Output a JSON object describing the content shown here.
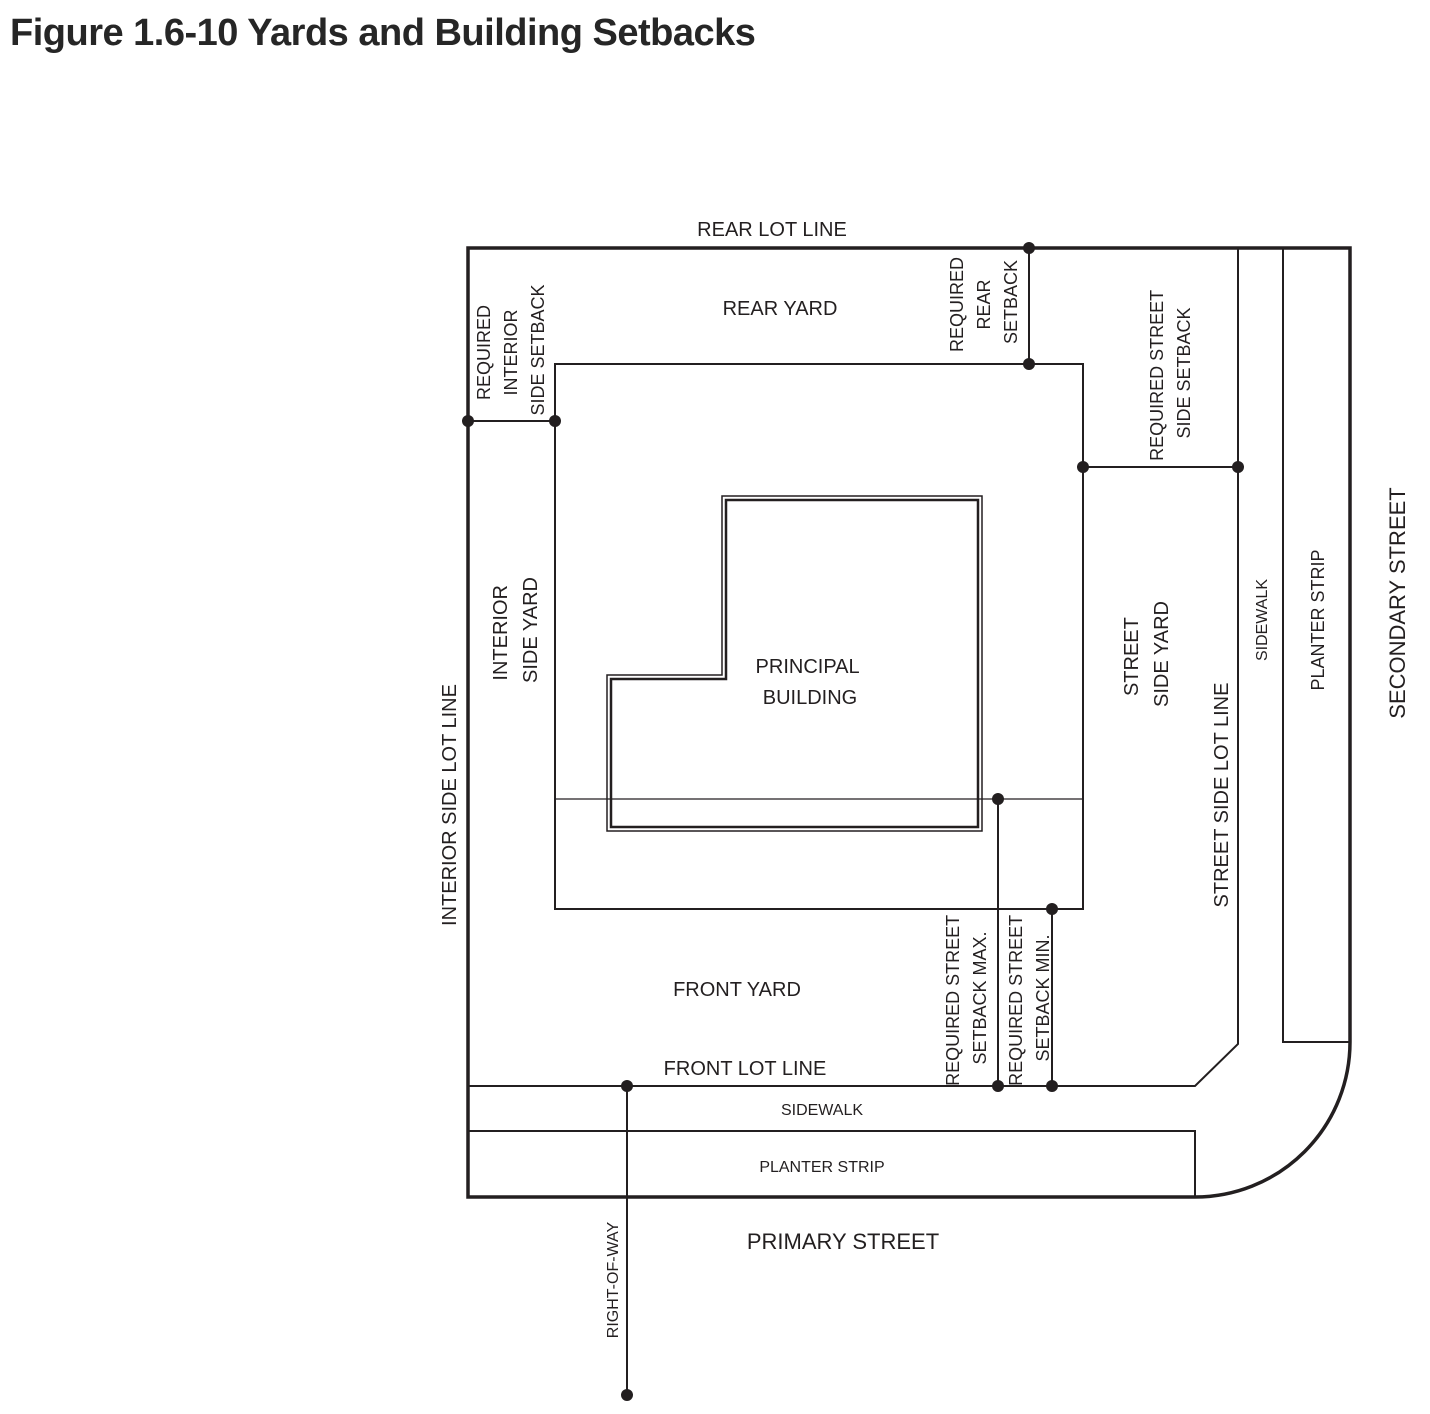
{
  "figure": {
    "title": "Figure 1.6-10 Yards and Building Setbacks"
  },
  "labels": {
    "rear_lot_line": "REAR LOT LINE",
    "rear_yard": "REAR YARD",
    "required_interior_side_setback": [
      "REQUIRED",
      "INTERIOR",
      "SIDE SETBACK"
    ],
    "required_rear_setback": [
      "REQUIRED",
      "REAR",
      "SETBACK"
    ],
    "required_street_side_setback": [
      "REQUIRED STREET",
      "SIDE SETBACK"
    ],
    "interior_side_yard": [
      "INTERIOR",
      "SIDE YARD"
    ],
    "principal_building": [
      "PRINCIPAL",
      "BUILDING"
    ],
    "street_side_yard": [
      "STREET",
      "SIDE YARD"
    ],
    "sidewalk_vertical": "SIDEWALK",
    "planter_strip_vertical": "PLANTER STRIP",
    "secondary_street": "SECONDARY STREET",
    "interior_side_lot_line": "INTERIOR SIDE LOT LINE",
    "street_side_lot_line": "STREET SIDE LOT LINE",
    "front_yard": "FRONT YARD",
    "required_street_setback_max": [
      "REQUIRED STREET",
      "SETBACK MAX."
    ],
    "required_street_setback_min": [
      "REQUIRED STREET",
      "SETBACK MIN."
    ],
    "front_lot_line": "FRONT LOT LINE",
    "sidewalk_horizontal": "SIDEWALK",
    "planter_strip_horizontal": "PLANTER STRIP",
    "primary_street": "PRIMARY STREET",
    "right_of_way": "RIGHT-OF-WAY"
  },
  "colors": {
    "line": "#231f20",
    "title": "#262626"
  }
}
